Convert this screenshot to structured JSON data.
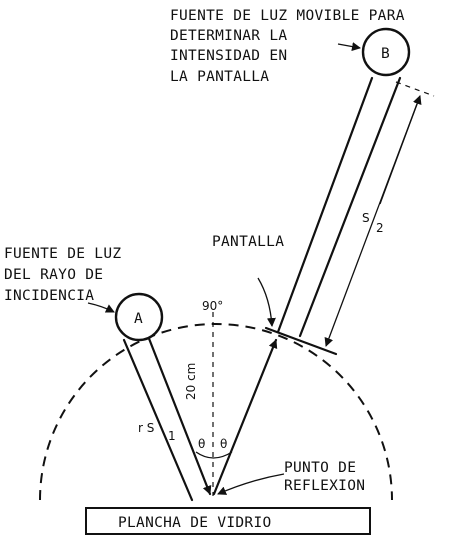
{
  "source_b": {
    "letter": "B",
    "label_lines": [
      "FUENTE DE LUZ MOVIBLE PARA",
      "DETERMINAR LA",
      "INTENSIDAD EN",
      "LA PANTALLA"
    ]
  },
  "source_a": {
    "letter": "A",
    "label_lines": [
      "FUENTE DE LUZ",
      "DEL RAYO DE",
      "INCIDENCIA"
    ]
  },
  "screen_label": "PANTALLA",
  "angle_90": "90°",
  "distance_20cm": "20 cm",
  "theta": "θ",
  "s1_label": "r S",
  "s1_sub": "1",
  "s2_label": "S",
  "s2_sub": "2",
  "reflection_point_lines": [
    "PUNTO DE",
    "REFLEXION"
  ],
  "glass_plate": "PLANCHA DE VIDRIO"
}
